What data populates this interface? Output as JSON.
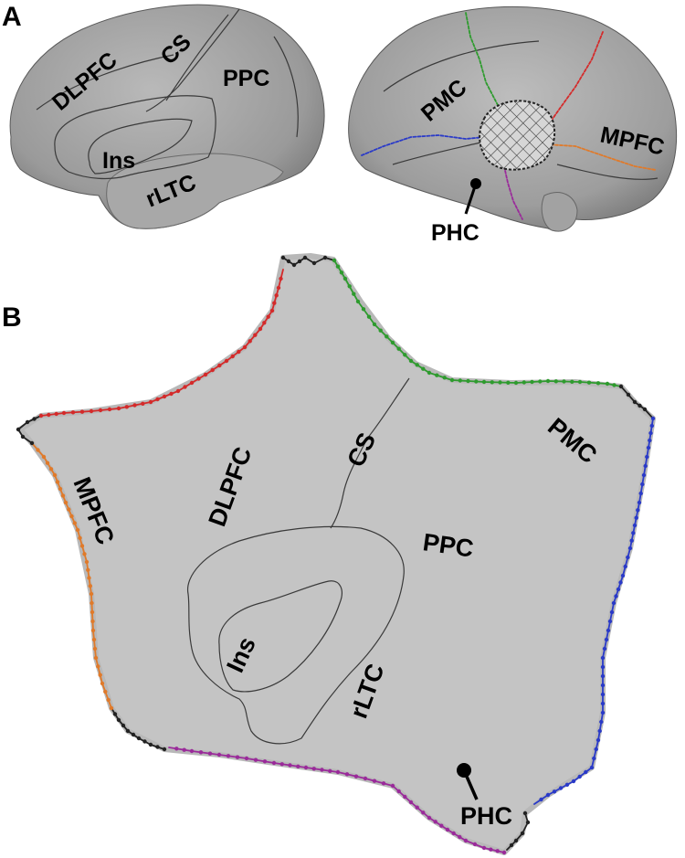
{
  "panels": {
    "a": {
      "letter": "A"
    },
    "b": {
      "letter": "B"
    }
  },
  "regions": {
    "dlpfc": "DLPFC",
    "cs": "CS",
    "ppc": "PPC",
    "ins": "Ins",
    "rltc": "rLTC",
    "pmc": "PMC",
    "mpfc": "MPFC",
    "phc": "PHC"
  },
  "cut_colors": {
    "green": "#2e9b2e",
    "red": "#d42a2a",
    "blue": "#2a3ac8",
    "orange": "#e07a2a",
    "purple": "#9a2a9a",
    "black": "#222222"
  },
  "surface_colors": {
    "brain": "#9a9a9a",
    "flatmap": "#c8c8c8"
  }
}
